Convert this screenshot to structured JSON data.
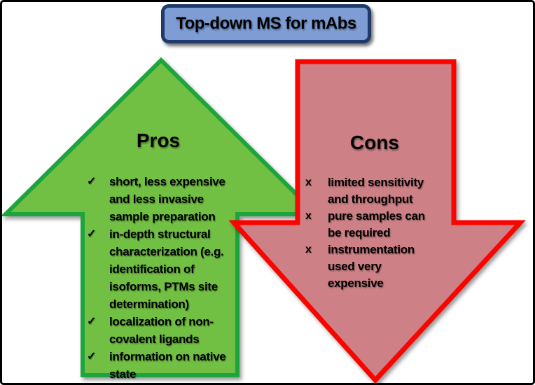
{
  "title": "Top-down MS for mAbs",
  "colors": {
    "title_fill": "#7D9DD4",
    "title_border": "#1F3A68",
    "pros_fill": "#72C043",
    "pros_border": "#1EA43C",
    "cons_fill": "#CD8186",
    "cons_border": "#FA0400",
    "text": "#000000"
  },
  "pros": {
    "heading": "Pros",
    "marker": "✓",
    "items": [
      "short, less expensive\nand less invasive\nsample preparation",
      "in-depth structural\ncharacterization (e.g.\nidentification of\nisoforms, PTMs site\ndetermination)",
      "localization of non-\ncovalent ligands",
      "information on native\nstate"
    ]
  },
  "cons": {
    "heading": "Cons",
    "marker": "x",
    "items": [
      "limited sensitivity\nand throughput",
      "pure samples can\nbe required",
      "instrumentation\nused very\nexpensive"
    ]
  }
}
